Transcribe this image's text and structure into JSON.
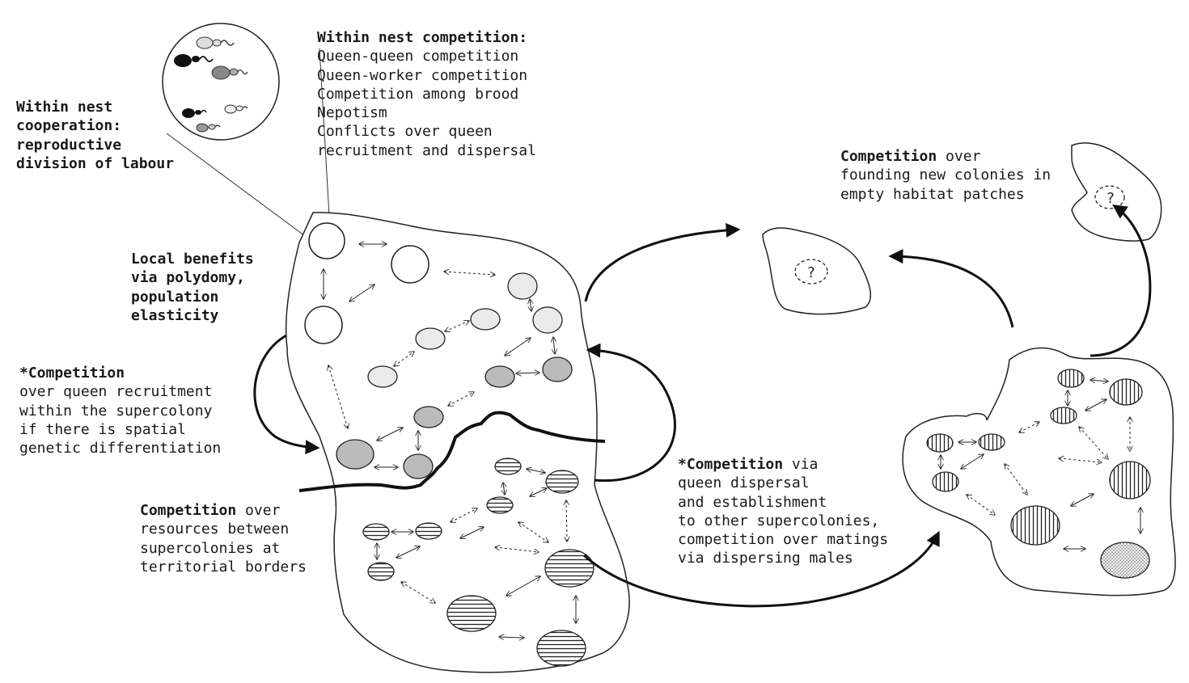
{
  "labels": {
    "within_nest_cooperation": [
      "Within nest",
      "cooperation:",
      "reproductive",
      "division of labour"
    ],
    "within_nest_competition": {
      "heading": "Within nest competition:",
      "items": [
        "Queen-queen competition",
        "Queen-worker competition",
        "Competition among brood",
        "Nepotism",
        "Conflicts over queen",
        "recruitment and dispersal"
      ]
    },
    "local_benefits": [
      "Local benefits",
      "via polydomy,",
      "population",
      "elasticity"
    ],
    "competition_recruitment": {
      "heading": "*Competition",
      "lines": [
        "over queen recruitment",
        "within the supercolony",
        "if there is spatial",
        "genetic differentiation"
      ]
    },
    "competition_resources": {
      "heading": "Competition",
      "heading_rest": " over",
      "lines": [
        "resources between",
        "supercolonies at",
        "territorial borders"
      ]
    },
    "competition_dispersal": {
      "heading": "*Competition",
      "heading_rest": " via",
      "lines": [
        "queen dispersal",
        "and establishment",
        "to other supercolonies,",
        "competition over matings",
        "via dispersing males"
      ]
    },
    "competition_founding": {
      "heading": "Competition",
      "heading_rest": " over",
      "lines": [
        "founding new colonies in",
        "empty habitat patches"
      ]
    }
  },
  "patch_marks": {
    "empty_patch_1": "?",
    "empty_patch_2": "?"
  }
}
